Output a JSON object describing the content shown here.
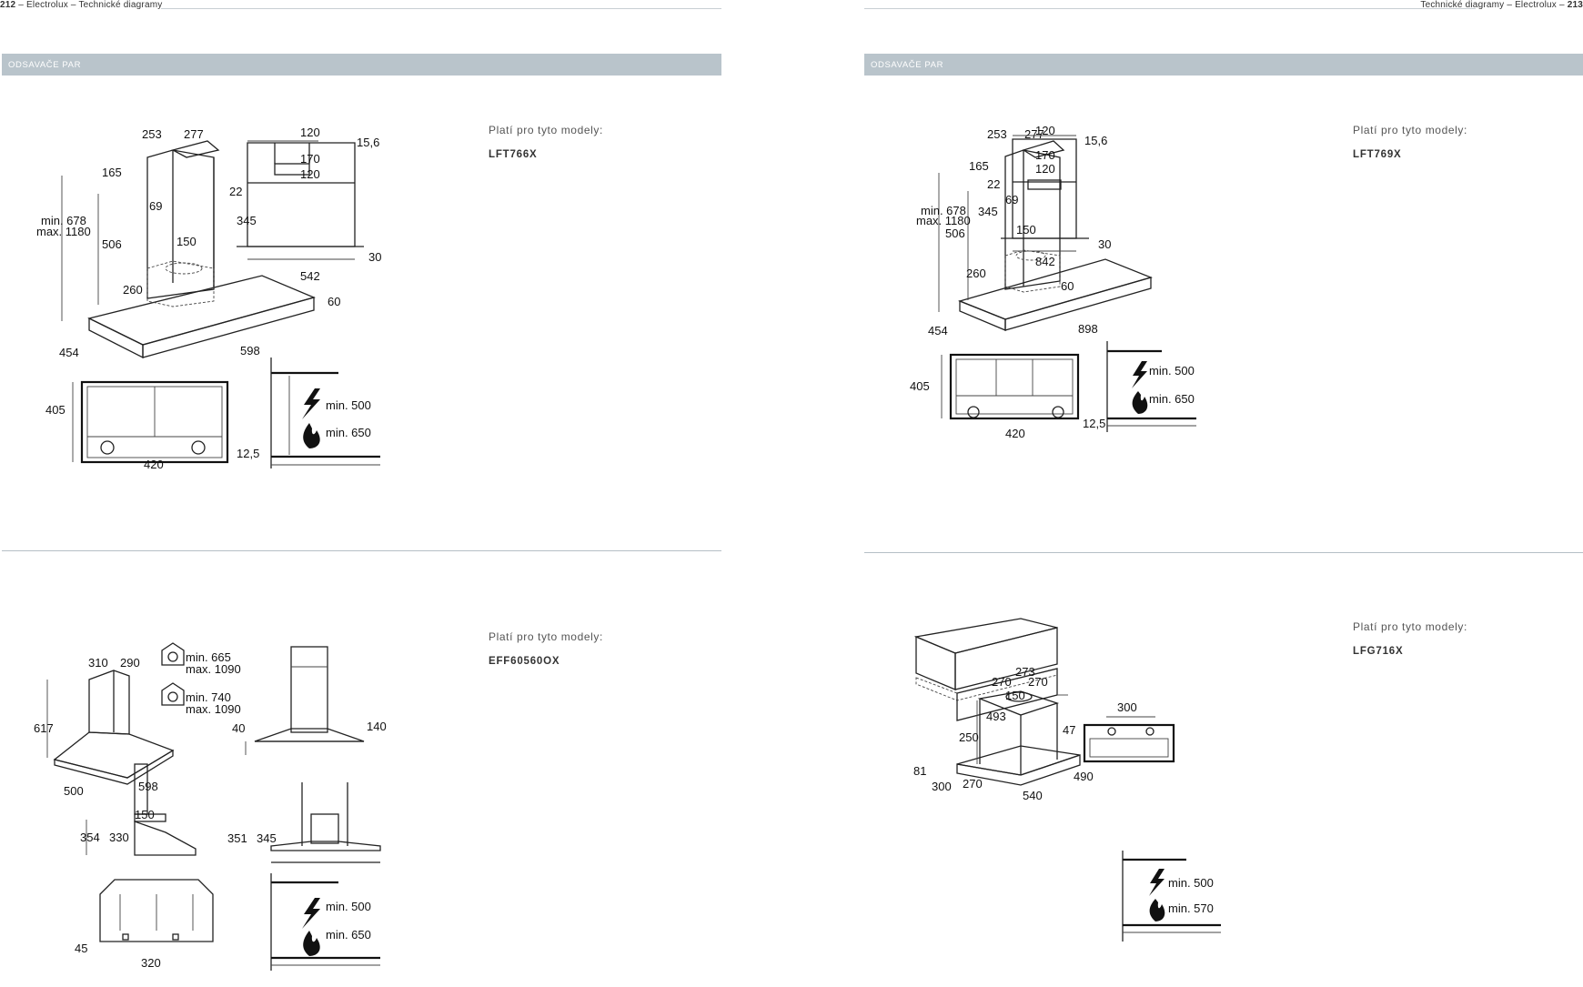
{
  "left_page": {
    "page_number": "212",
    "running_title": "– Electrolux – Technické diagramy",
    "section": "ODSAVAČE PAR"
  },
  "right_page": {
    "page_number": "213",
    "running_title": "Technické diagramy – Electrolux –",
    "section": "ODSAVAČE PAR"
  },
  "blocks": [
    {
      "models_label": "Platí pro tyto modely:",
      "model": "LFT766X",
      "dims": {
        "d253": "253",
        "d277": "277",
        "d165": "165",
        "d69": "69",
        "dmin": "min. 678",
        "dmax": "max. 1180",
        "d506": "506",
        "d150": "150",
        "d260": "260",
        "d454": "454",
        "d598": "598",
        "d60": "60",
        "f120a": "120",
        "f156": "15,6",
        "f170": "170",
        "f120b": "120",
        "f22": "22",
        "f345": "345",
        "f542": "542",
        "f30": "30",
        "b405": "405",
        "b420": "420",
        "b125": "12,5",
        "s500": "min. 500",
        "s650": "min. 650"
      }
    },
    {
      "models_label": "Platí pro tyto modely:",
      "model": "LFT769X",
      "dims": {
        "d253": "253",
        "d277": "277",
        "d165": "165",
        "d69": "69",
        "dmin": "min. 678",
        "dmax": "max. 1180",
        "d506": "506",
        "d150": "150",
        "d260": "260",
        "d454": "454",
        "d898": "898",
        "d60": "60",
        "f120a": "120",
        "f156": "15,6",
        "f170": "170",
        "f120b": "120",
        "f22": "22",
        "f345": "345",
        "f842": "842",
        "f30": "30",
        "b405": "405",
        "b420": "420",
        "b125": "12,5",
        "s500": "min. 500",
        "s650": "min. 650"
      }
    },
    {
      "models_label": "Platí pro tyto modely:",
      "model": "EFF60560OX",
      "dims": {
        "d310": "310",
        "d290": "290",
        "d617": "617",
        "d500": "500",
        "d598": "598",
        "i665": "min. 665",
        "i1090a": "max. 1090",
        "i740": "min. 740",
        "i1090b": "max. 1090",
        "e40": "40",
        "e140": "140",
        "c150": "150",
        "c354": "354",
        "c330": "330",
        "c351": "351",
        "c345": "345",
        "b45": "45",
        "b320": "320",
        "s500": "min. 500",
        "s650": "min. 650"
      }
    },
    {
      "models_label": "Platí pro tyto modely:",
      "model": "LFG716X",
      "dims": {
        "t273": "273",
        "t493": "493",
        "t300": "300",
        "t47": "47",
        "t270a": "270",
        "t270b": "270",
        "t150": "150",
        "t250": "250",
        "t81": "81",
        "t300b": "300",
        "t270c": "270",
        "t490": "490",
        "t540": "540",
        "s500": "min. 500",
        "s570": "min. 570"
      }
    }
  ]
}
